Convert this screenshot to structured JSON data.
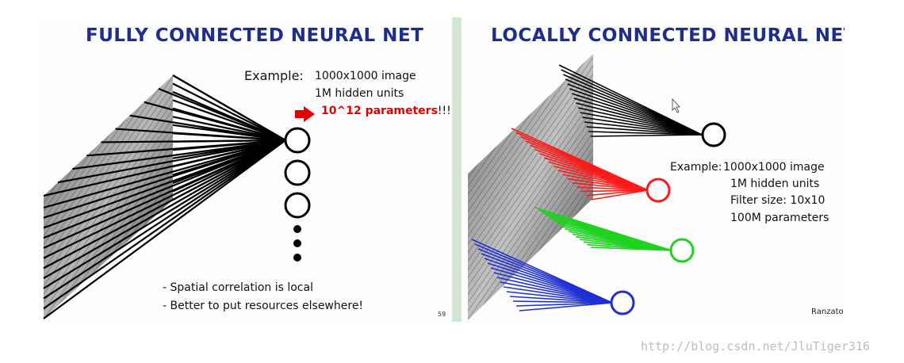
{
  "left": {
    "title": "FULLY CONNECTED NEURAL NET",
    "example_label": "Example:",
    "example_line1": "1000x1000 image",
    "example_line2": "1M hidden units",
    "params_text": "10^12 parameters",
    "params_exclaim": "!!!",
    "bullet1": "- Spatial correlation is local",
    "bullet2": "- Better to put resources elsewhere!",
    "page_number": "59"
  },
  "right": {
    "title": "LOCALLY CONNECTED NEURAL NET",
    "example_label": "Example:",
    "example_line1": "1000x1000 image",
    "example_line2": "1M hidden units",
    "example_line3": "Filter size: 10x10",
    "example_line4": "100M parameters",
    "credit": "Ranzato"
  },
  "colors": {
    "title": "#1f2d8c",
    "highlight": "#e10000",
    "group_black": "#000000",
    "group_red": "#ff1a1a",
    "group_green": "#1fd21f",
    "group_blue": "#1f2fd6",
    "divider": "#cfe8cf"
  },
  "icons": {
    "arrow": "right-arrow-icon",
    "cursor": "mouse-cursor-icon"
  },
  "watermark": "http://blog.csdn.net/JluTiger316"
}
